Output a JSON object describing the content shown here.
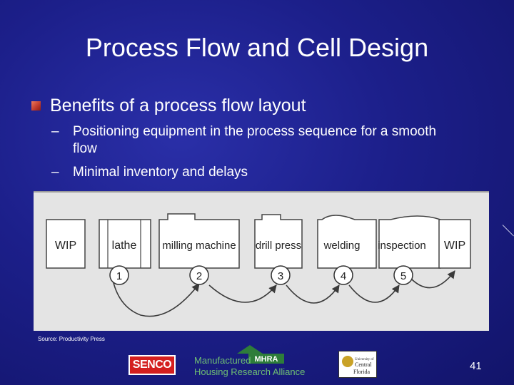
{
  "slide": {
    "title": "Process Flow and Cell Design",
    "bullet": "Benefits of a process flow layout",
    "subbullets": [
      "Positioning equipment in the process sequence for a smooth flow",
      "Minimal inventory and delays"
    ],
    "dash": "–",
    "source": "Source: Productivity Press",
    "page_number": "41"
  },
  "diagram": {
    "stations": [
      "WIP",
      "lathe",
      "milling machine",
      "drill press",
      "welding",
      "inspection",
      "WIP"
    ],
    "steps": [
      "1",
      "2",
      "3",
      "4",
      "5"
    ]
  },
  "logos": {
    "senco": "SENCO",
    "mhra_line1": "Manufactured",
    "mhra_line2": "Housing Research Alliance",
    "mhra_mark": "MHRA",
    "ucf_line1": "University of",
    "ucf_line2": "Central",
    "ucf_line3": "Florida"
  },
  "colors": {
    "background": "#1c1f8a",
    "bullet": "#c0392b",
    "senco_red": "#d41f1f",
    "mhra_green": "#2e7d3a"
  }
}
